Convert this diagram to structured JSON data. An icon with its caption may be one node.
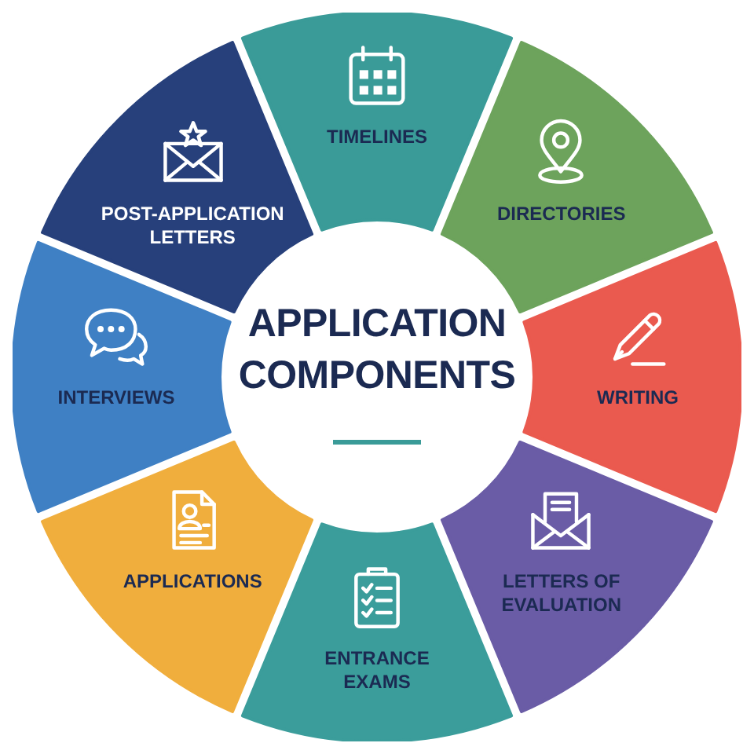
{
  "diagram": {
    "nodes": [
      {
        "text": [
          "APPLICATION COMPONENTS"
        ]
      },
      {
        "text": [
          "TIMELINES"
        ]
      },
      {
        "text": [
          "DIRECTORIES"
        ]
      },
      {
        "text": [
          "WRITING"
        ]
      },
      {
        "text": [
          "LETTERS OF EVALUATION"
        ]
      },
      {
        "text": [
          "ENTRANCE EXAMS"
        ]
      },
      {
        "text": [
          "APPLICATIONS"
        ]
      },
      {
        "text": [
          "INTERVIEWS"
        ]
      },
      {
        "text": [
          "POST-APPLICATION LETTERS"
        ]
      }
    ]
  }
}
